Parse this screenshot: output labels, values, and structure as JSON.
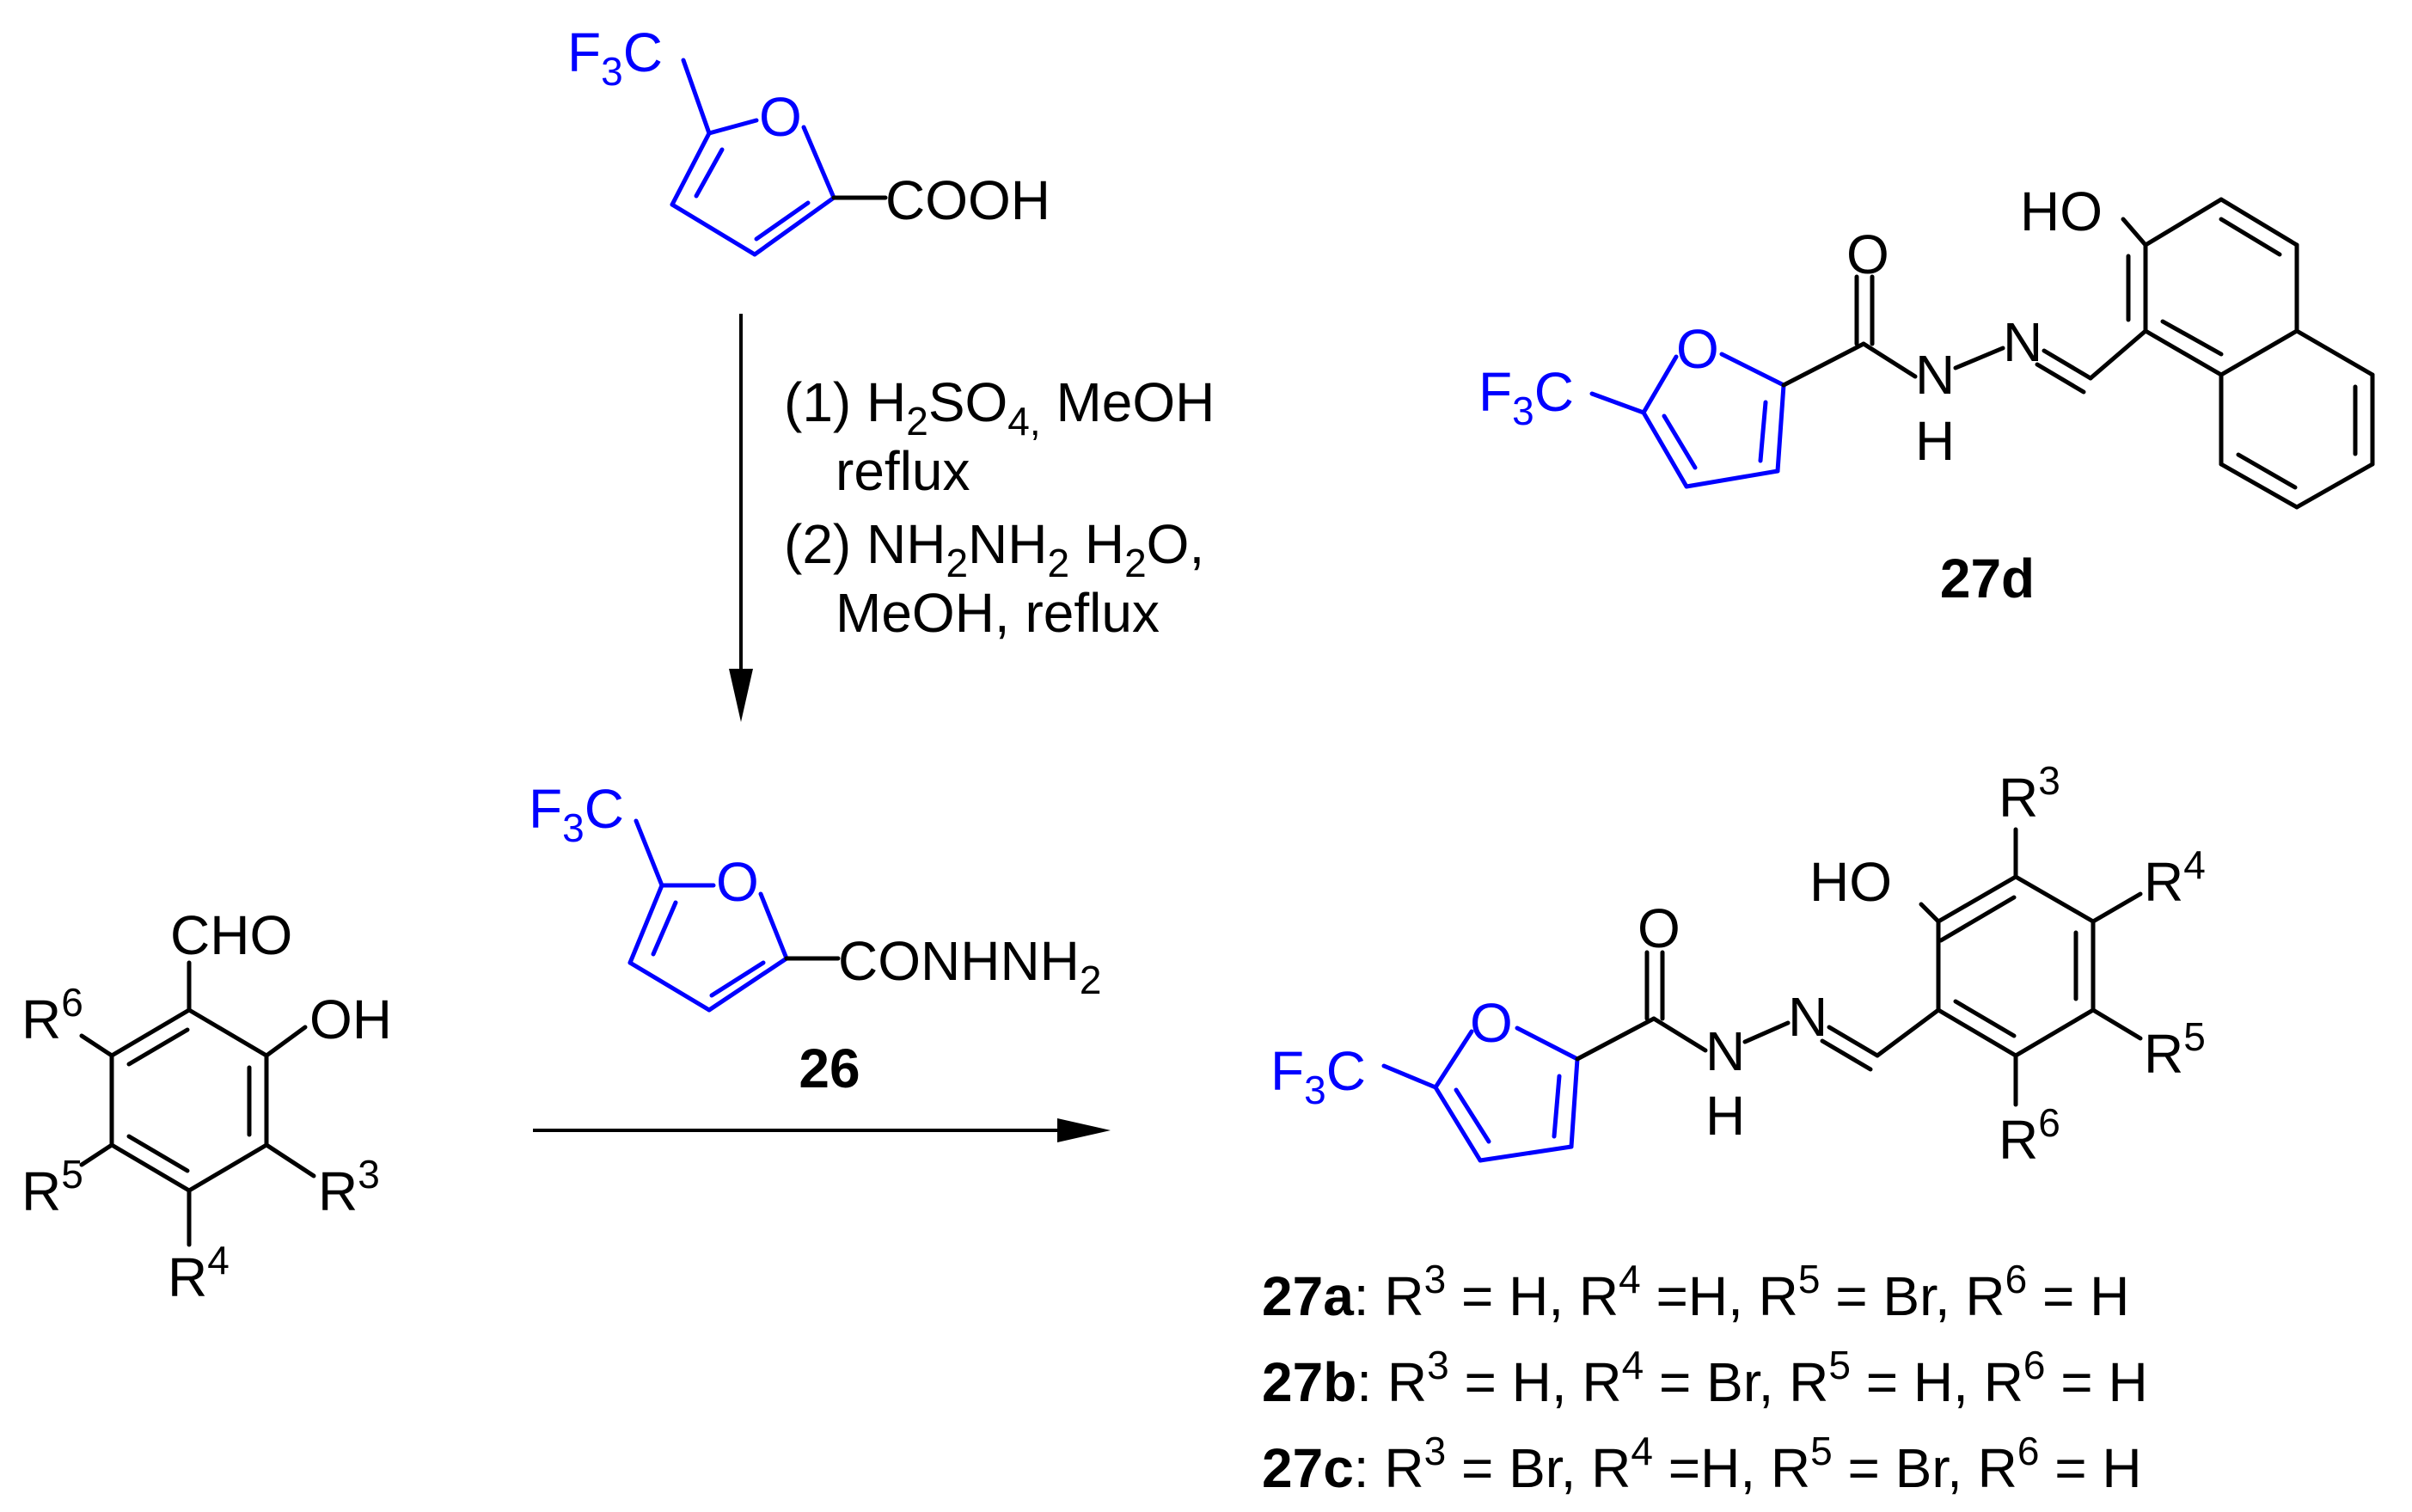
{
  "colors": {
    "furan": "#0000ff",
    "ink": "#000000",
    "background": "#ffffff"
  },
  "starting_acid": {
    "cf3_main": "F",
    "cf3_sub": "3",
    "cf3_tail": "C",
    "ring_o": "O",
    "substituent": "COOH"
  },
  "conditions": {
    "line1_pre": "(1) H",
    "line1_sub1": "2",
    "line1_mid": "SO",
    "line1_sub2": "4,",
    "line1_post": " MeOH",
    "line2": "reflux",
    "line3_pre": "(2) NH",
    "line3_sub1": "2",
    "line3_mid": "NH",
    "line3_sub2": "2",
    "line3_mid2": " H",
    "line3_sub3": "2",
    "line3_post": "O,",
    "line4": "MeOH, reflux"
  },
  "hydrazide": {
    "cf3_main": "F",
    "cf3_sub": "3",
    "cf3_tail": "C",
    "ring_o": "O",
    "substituent_main": "CONHNH",
    "substituent_sub": "2",
    "compound_id": "26"
  },
  "aldehyde": {
    "cho": "CHO",
    "oh": "OH",
    "r": "R",
    "r3": "3",
    "r4": "4",
    "r5": "5",
    "r6": "6"
  },
  "product_27d": {
    "cf3_main": "F",
    "cf3_sub": "3",
    "cf3_tail": "C",
    "ring_o": "O",
    "carbonyl_o": "O",
    "nh_n": "N",
    "nh_h": "H",
    "imine_n": "N",
    "ho": "HO",
    "compound_id": "27d"
  },
  "product_27abc": {
    "cf3_main": "F",
    "cf3_sub": "3",
    "cf3_tail": "C",
    "ring_o": "O",
    "carbonyl_o": "O",
    "nh_n": "N",
    "nh_h": "H",
    "imine_n": "N",
    "ho": "HO",
    "r": "R",
    "r3": "3",
    "r4": "4",
    "r5": "5",
    "r6": "6"
  },
  "legend": [
    {
      "id": "27a",
      "r3": "H,",
      "r4": "=H,",
      "r5": "Br,",
      "r6": "H"
    },
    {
      "id": "27b",
      "r3": "H,",
      "r4": "Br,",
      "r5": "H,",
      "r6": "H"
    },
    {
      "id": "27c",
      "r3": "Br,",
      "r4": "=H,",
      "r5": "Br,",
      "r6": "H"
    }
  ],
  "legend_tokens": {
    "colon": ":",
    "r": "R",
    "eq": "=",
    "s3": "3",
    "s4": "4",
    "s5": "5",
    "s6": "6"
  }
}
